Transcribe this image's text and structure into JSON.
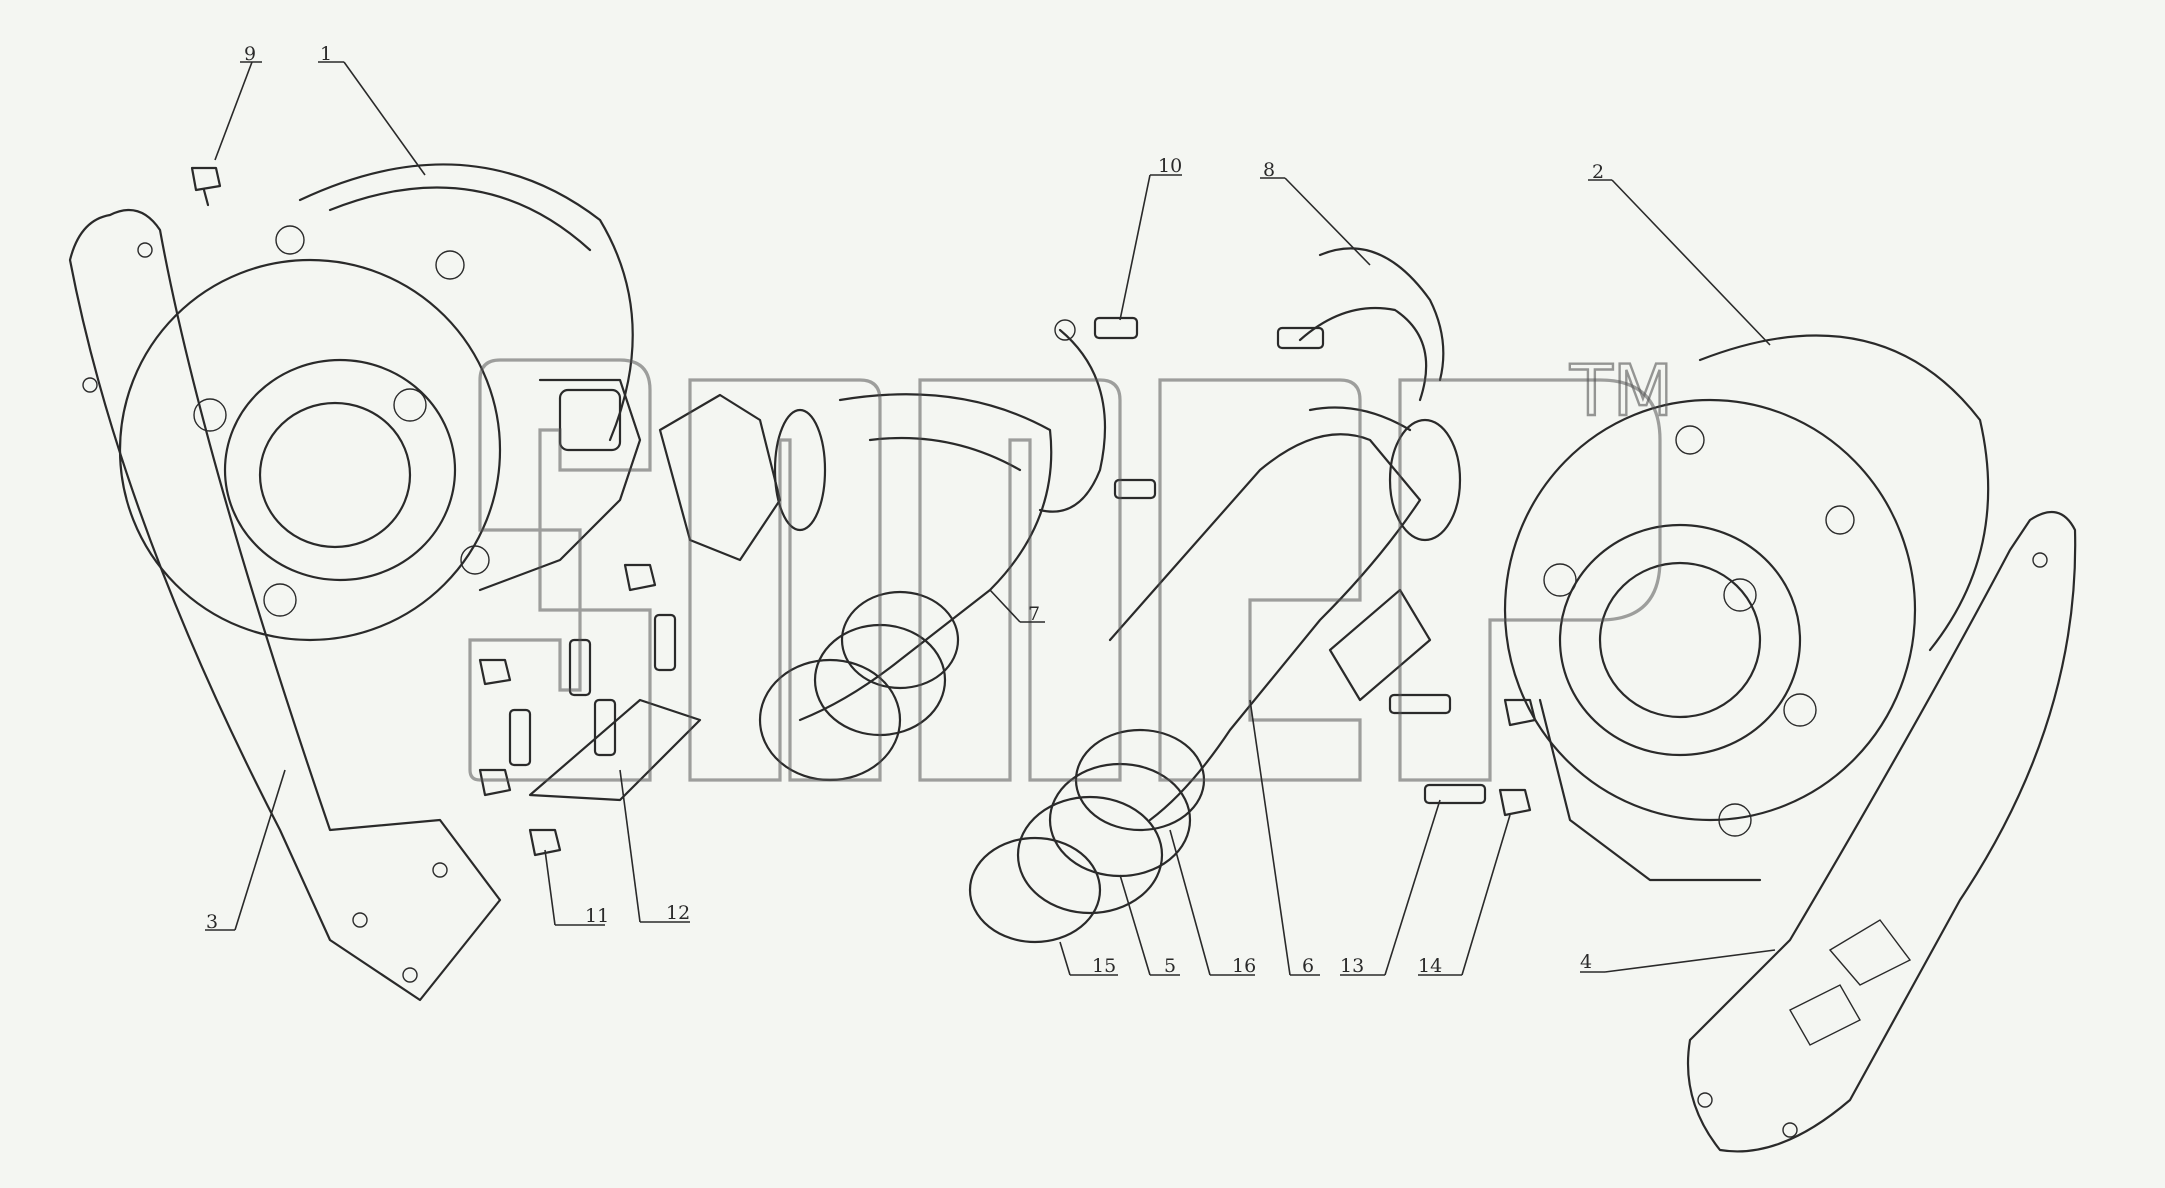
{
  "diagram": {
    "callouts": [
      {
        "id": "1",
        "label": "1"
      },
      {
        "id": "2",
        "label": "2"
      },
      {
        "id": "3",
        "label": "3"
      },
      {
        "id": "4",
        "label": "4"
      },
      {
        "id": "5",
        "label": "5"
      },
      {
        "id": "6",
        "label": "6"
      },
      {
        "id": "7",
        "label": "7"
      },
      {
        "id": "8",
        "label": "8"
      },
      {
        "id": "9",
        "label": "9"
      },
      {
        "id": "10",
        "label": "10"
      },
      {
        "id": "11",
        "label": "11"
      },
      {
        "id": "12",
        "label": "12"
      },
      {
        "id": "13",
        "label": "13"
      },
      {
        "id": "14",
        "label": "14"
      },
      {
        "id": "15",
        "label": "15"
      },
      {
        "id": "16",
        "label": "16"
      }
    ],
    "watermark": {
      "trademark": "TM"
    }
  }
}
